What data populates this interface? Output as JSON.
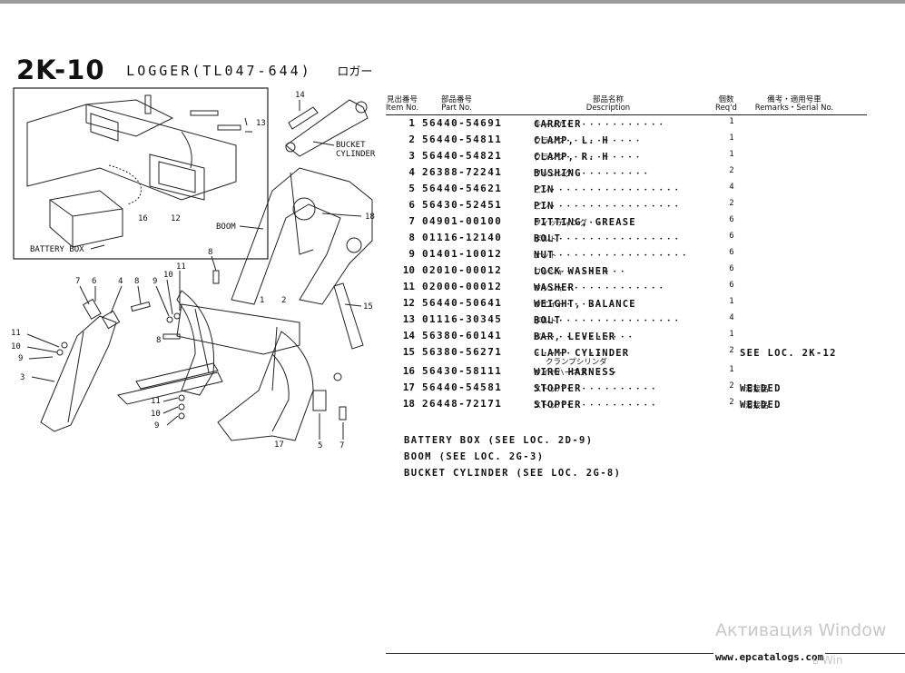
{
  "page": {
    "code": "2K-10",
    "name": "LOGGER(TL047-644)",
    "name_jp": "ロガー"
  },
  "table": {
    "headers": {
      "item_jp": "見出番号",
      "item_en": "Item No.",
      "part_jp": "部品番号",
      "part_en": "Part No.",
      "desc_jp": "部品名称",
      "desc_en": "Description",
      "qty_jp": "個数",
      "qty_en": "Req'd",
      "rem_jp": "備考・適用号車",
      "rem_en": "Remarks・Serial No."
    },
    "rows": [
      {
        "no": "1",
        "part": "56440-54691",
        "desc": "CARRIER",
        "desc_jp": "キャリア・・・・・・・・・・・・・",
        "qty": "1",
        "rem": "",
        "rem_jp": ""
      },
      {
        "no": "2",
        "part": "56440-54811",
        "desc": "CLAMP, L. H",
        "desc_jp": "クランプ・・・・・・・・・・",
        "qty": "1",
        "rem": "",
        "rem_jp": ""
      },
      {
        "no": "3",
        "part": "56440-54821",
        "desc": "CLAMP, R. H",
        "desc_jp": "クランプ・・・・・・・・・・",
        "qty": "1",
        "rem": "",
        "rem_jp": ""
      },
      {
        "no": "4",
        "part": "26388-72241",
        "desc": "BUSHING",
        "desc_jp": "ブッシング・・・・・・・・・・",
        "qty": "2",
        "rem": "",
        "rem_jp": ""
      },
      {
        "no": "5",
        "part": "56440-54621",
        "desc": "PIN",
        "desc_jp": "ピン・・・・・・・・・・・・・・・・・",
        "qty": "4",
        "rem": "",
        "rem_jp": ""
      },
      {
        "no": "6",
        "part": "56430-52451",
        "desc": "PIN",
        "desc_jp": "ピン・・・・・・・・・・・・・・・・・",
        "qty": "2",
        "rem": "",
        "rem_jp": ""
      },
      {
        "no": "7",
        "part": "04901-00100",
        "desc": "FITTING, GREASE",
        "desc_jp": "フィッティング・・",
        "qty": "6",
        "rem": "",
        "rem_jp": ""
      },
      {
        "no": "8",
        "part": "01116-12140",
        "desc": "BOLT",
        "desc_jp": "ボルト・・・・・・・・・・・・・・・・",
        "qty": "6",
        "rem": "",
        "rem_jp": ""
      },
      {
        "no": "9",
        "part": "01401-10012",
        "desc": "NUT",
        "desc_jp": "ナット・・・・・・・・・・・・・・・・・",
        "qty": "6",
        "rem": "",
        "rem_jp": ""
      },
      {
        "no": "10",
        "part": "02010-00012",
        "desc": "LOCK WASHER",
        "desc_jp": "ワッシャ・・・・・・・・",
        "qty": "6",
        "rem": "",
        "rem_jp": ""
      },
      {
        "no": "11",
        "part": "02000-00012",
        "desc": "WASHER",
        "desc_jp": "ワッシャ・・・・・・・・・・・・・",
        "qty": "6",
        "rem": "",
        "rem_jp": ""
      },
      {
        "no": "12",
        "part": "56440-50641",
        "desc": "WEIGHT, BALANCE",
        "desc_jp": "ウエイト・・・・・",
        "qty": "1",
        "rem": "",
        "rem_jp": ""
      },
      {
        "no": "13",
        "part": "01116-30345",
        "desc": "BOLT",
        "desc_jp": "ボルト・・・・・・・・・・・・・・・・",
        "qty": "4",
        "rem": "",
        "rem_jp": ""
      },
      {
        "no": "14",
        "part": "56380-60141",
        "desc": "BAR, LEVELER",
        "desc_jp": "バー・・・・・・・・・・・",
        "qty": "1",
        "rem": "",
        "rem_jp": ""
      },
      {
        "no": "15",
        "part": "56380-56271",
        "desc": "CLAMP CYLINDER",
        "desc_jp": "・・・・・・・・・",
        "qty": "2",
        "rem": "SEE LOC. 2K-12",
        "rem_jp": "",
        "desc_line2": "クランプシリンダ"
      },
      {
        "no": "16",
        "part": "56430-58111",
        "desc": "WIRE HARNESS",
        "desc_jp": "ワイヤハーネス・・・・",
        "qty": "1",
        "rem": "",
        "rem_jp": ""
      },
      {
        "no": "17",
        "part": "56440-54581",
        "desc": "STOPPER",
        "desc_jp": "ストッパ・・・・・・・・・・・・",
        "qty": "2",
        "rem": "WELDED",
        "rem_jp": "溶接品"
      },
      {
        "no": "18",
        "part": "26448-72171",
        "desc": "STOPPER",
        "desc_jp": "ストッパ・・・・・・・・・・・・",
        "qty": "2",
        "rem": "WELDED",
        "rem_jp": "溶接品"
      }
    ]
  },
  "notes": [
    "BATTERY BOX (SEE LOC. 2D-9)",
    "BOOM (SEE LOC. 2G-3)",
    "BUCKET CYLINDER (SEE LOC. 2G-8)"
  ],
  "diagram": {
    "battery_box": "BATTERY BOX",
    "boom": "BOOM",
    "bucket": "BUCKET",
    "cylinder": "CYLINDER",
    "callouts": [
      "1",
      "2",
      "3",
      "4",
      "5",
      "6",
      "7",
      "8",
      "9",
      "10",
      "11",
      "12",
      "13",
      "14",
      "15",
      "16",
      "17",
      "18"
    ]
  },
  "footer": {
    "site": "www.epcatalogs.com",
    "watermark": "Активация Window",
    "watermark2": "ь Win"
  }
}
